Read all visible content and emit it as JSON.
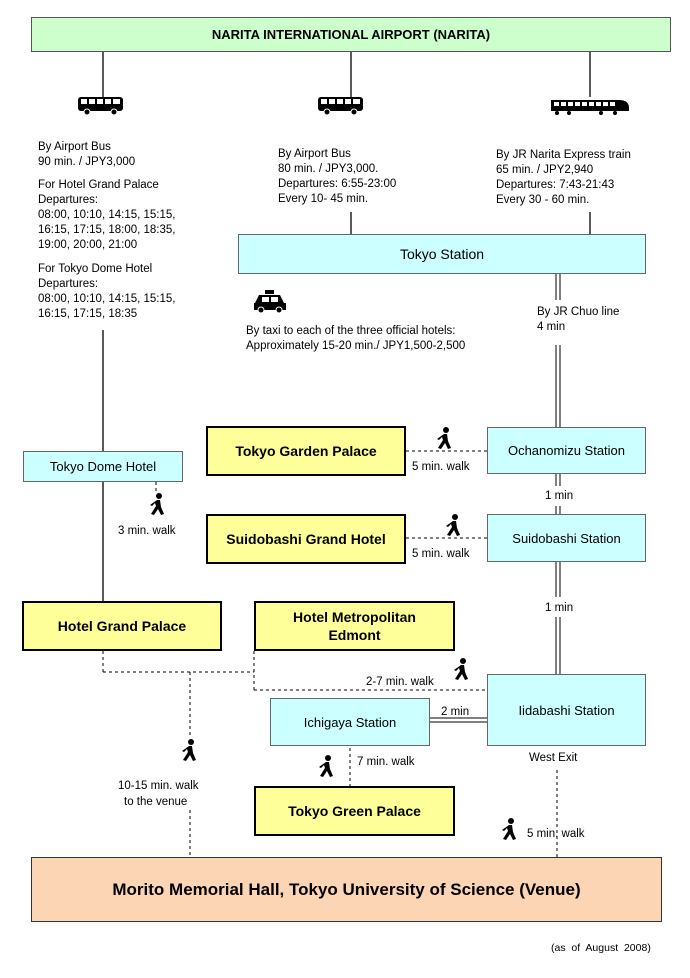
{
  "airport": "NARITA INTERNATIONAL AIRPORT (NARITA)",
  "route_bus_left": {
    "mode": "By Airport Bus",
    "time": "90 min. / JPY3,000",
    "grand_palace_header": "For Hotel Grand Palace",
    "departures_label": "Departures:",
    "grand_palace_times": [
      "08:00, 10:10, 14:15, 15:15,",
      "16:15, 17:15, 18:00, 18:35,",
      "19:00, 20:00, 21:00"
    ],
    "dome_header": "For Tokyo Dome Hotel",
    "dome_times": [
      "08:00, 10:10, 14:15, 15:15,",
      "16:15, 17:15, 18:35"
    ]
  },
  "route_bus_mid": {
    "mode": "By Airport Bus",
    "time": "80 min. / JPY3,000.",
    "departures": "Departures: 6:55-23:00",
    "frequency": "Every 10- 45 min."
  },
  "route_train": {
    "mode": "By JR Narita Express train",
    "time": "65 min. / JPY2,940",
    "departures": "Departures: 7:43-21:43",
    "frequency": "Every 30 - 60 min."
  },
  "tokyo_station": "Tokyo Station",
  "taxi": {
    "line1": "By taxi to each of the three official hotels:",
    "line2": "Approximately 15-20 min./ JPY1,500-2,500"
  },
  "chuo_line": {
    "line1": "By JR Chuo line",
    "line2": "4 min"
  },
  "stations": {
    "ochanomizu": "Ochanomizu Station",
    "suidobashi": "Suidobashi Station",
    "iidabashi": "Iidabashi Station",
    "ichigaya": "Ichigaya Station"
  },
  "hotels": {
    "garden_palace": "Tokyo Garden Palace",
    "suidobashi_grand": "Suidobashi Grand Hotel",
    "grand_palace": "Hotel Grand Palace",
    "metropolitan_1": "Hotel Metropolitan",
    "metropolitan_2": "Edmont",
    "green_palace": "Tokyo Green Palace",
    "dome_hotel": "Tokyo Dome Hotel"
  },
  "labels": {
    "walk_5_garden": "5 min. walk",
    "walk_5_suido": "5 min. walk",
    "walk_3": "3 min. walk",
    "one_min_a": "1 min",
    "one_min_b": "1 min",
    "walk_2_7": "2-7 min. walk",
    "two_min": "2 min",
    "west_exit": "West Exit",
    "walk_7": "7 min. walk",
    "walk_10_15_a": "10-15 min. walk",
    "walk_10_15_b": "to the venue",
    "walk_5_venue": "5 min. walk"
  },
  "venue": "Morito Memorial Hall, Tokyo University of Science (Venue)",
  "footnote": "(as  of  August  2008)",
  "icons": [
    "bus-icon",
    "bus-icon",
    "train-icon",
    "taxi-icon",
    "pedestrian-icon"
  ]
}
